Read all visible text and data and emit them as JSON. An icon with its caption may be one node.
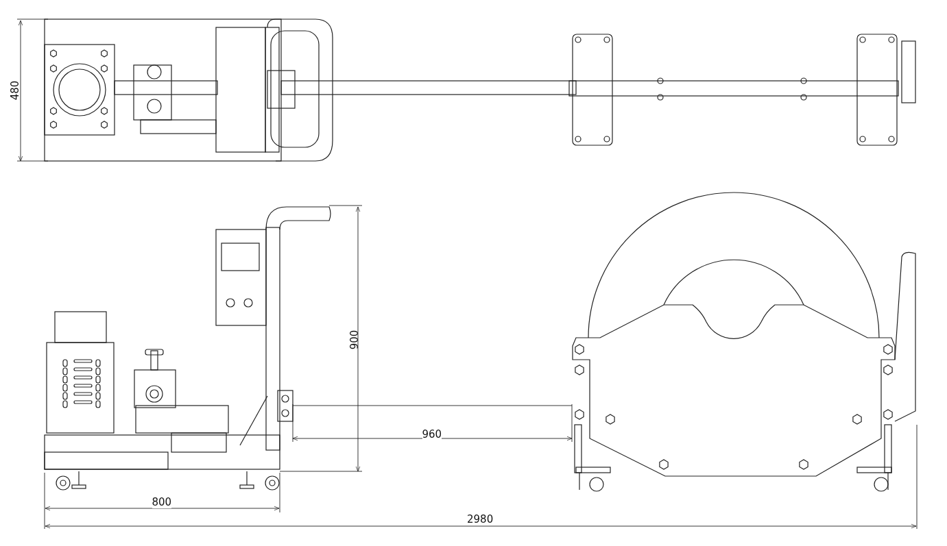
{
  "diagram": {
    "labels": [
      "480",
      "900",
      "960",
      "800",
      "2980"
    ]
  }
}
